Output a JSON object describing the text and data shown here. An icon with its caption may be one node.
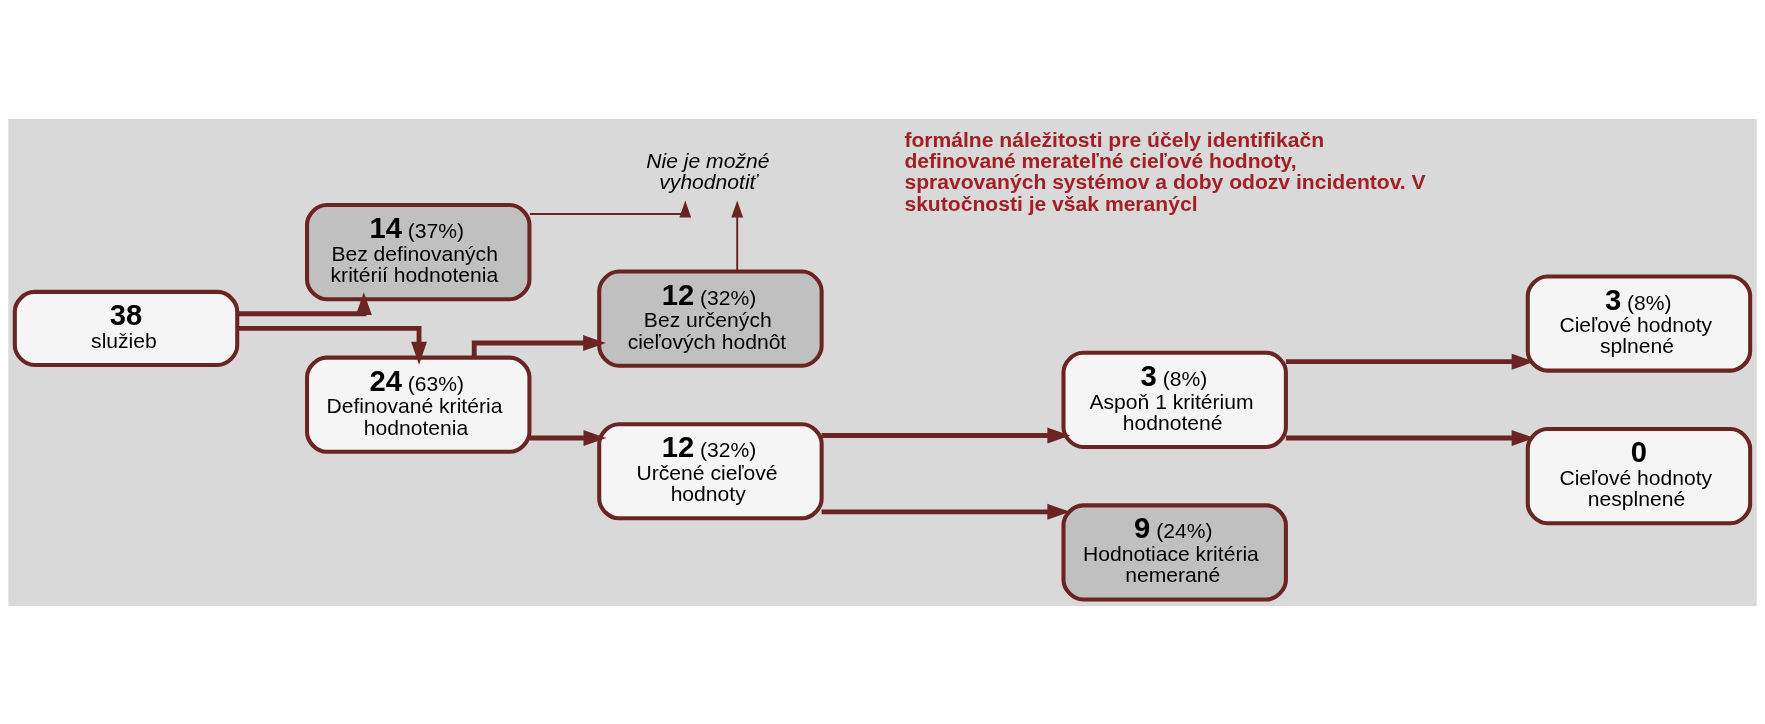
{
  "diagram": {
    "nodes": [
      {
        "text": [
          "**38**",
          "služieb"
        ]
      },
      {
        "text": [
          "**14** (37%)",
          "Bez definovaných kritérií hodnotenia"
        ]
      },
      {
        "text": [
          "**24** (63%)",
          "Definované kritéria hodnotenia"
        ]
      },
      {
        "text": [
          "**12** (32%)",
          "Bez určených cieľových hodnôt"
        ]
      },
      {
        "text": [
          "**12** (32%)",
          "Určené cieľové hodnoty"
        ]
      },
      {
        "text": [
          "**3** (8%)",
          "Aspoň 1 kritérium hodnotené"
        ]
      },
      {
        "text": [
          "**9** (24%)",
          "Hodnotiace kritéria nemerané"
        ]
      },
      {
        "text": [
          "**3** (8%)",
          "Cieľové hodnoty splnené"
        ]
      },
      {
        "text": [
          "**0**",
          "Cieľové hodnoty nesplnené"
        ]
      },
      {
        "text": [
          "Nie je možné vyhodnotiť"
        ]
      }
    ],
    "edges": [
      {
        "from": 0,
        "to": 1,
        "arrow": "to"
      },
      {
        "from": 0,
        "to": 2,
        "arrow": "to"
      },
      {
        "from": 2,
        "to": 3,
        "arrow": "to"
      },
      {
        "from": 2,
        "to": 4,
        "arrow": "to"
      },
      {
        "from": 4,
        "to": 5,
        "arrow": "to"
      },
      {
        "from": 4,
        "to": 6,
        "arrow": "to"
      },
      {
        "from": 5,
        "to": 7,
        "arrow": "to"
      },
      {
        "from": 5,
        "to": 8,
        "arrow": "to"
      },
      {
        "from": 1,
        "to": 9,
        "arrow": "to"
      },
      {
        "from": 3,
        "to": 9,
        "arrow": "to"
      }
    ],
    "labels": [
      "formálne náležitosti pre účely identifikačn definované merateľné cieľové hodnoty, spravovaných systémov a doby odozv incidentov. V skutočnosti je však meranýcl"
    ]
  }
}
